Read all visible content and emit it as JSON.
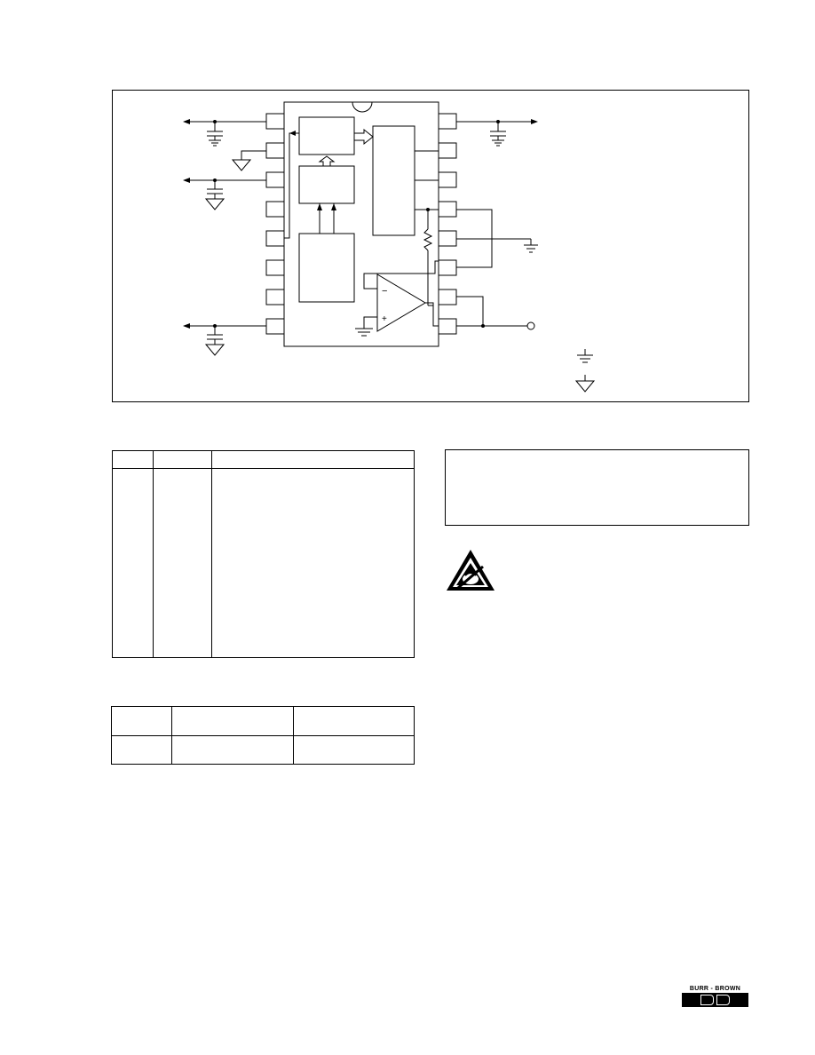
{
  "diagram": {
    "icons": [
      "ground-icon",
      "analog-ground-icon",
      "esd-warning-icon"
    ],
    "opamp_minus": "−",
    "opamp_plus": "+"
  },
  "logo": {
    "text": "BURR - BROWN"
  },
  "pin_table": {
    "rows": 2,
    "columns": 3
  },
  "order_table": {
    "rows": 2,
    "columns": 3
  }
}
